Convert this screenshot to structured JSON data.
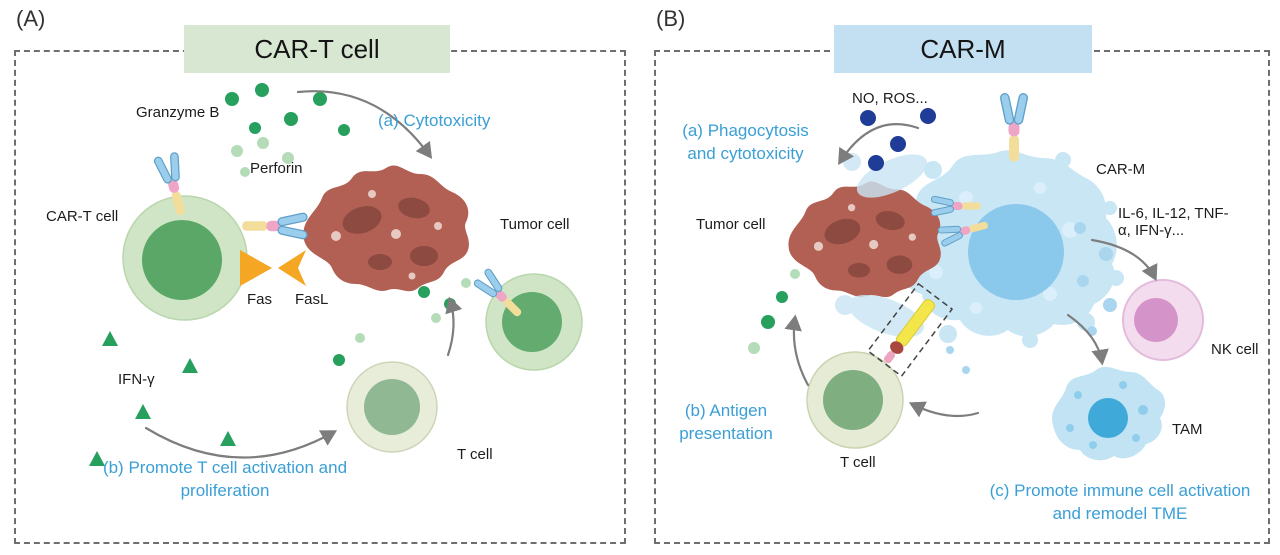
{
  "panel_a": {
    "label": "(A)",
    "title": "CAR-T cell",
    "granzyme_b": "Granzyme B",
    "perforin": "Perforin",
    "cytotoxicity": "(a) Cytotoxicity",
    "car_t_cell": "CAR-T cell",
    "tumor_cell": "Tumor cell",
    "fas": "Fas",
    "fasl": "FasL",
    "ifn_gamma": "IFN-γ",
    "t_cell": "T cell",
    "promote": "(b) Promote T cell activation and proliferation"
  },
  "panel_b": {
    "label": "(B)",
    "title": "CAR-M",
    "no_ros": "NO, ROS...",
    "phagocytosis": "(a) Phagocytosis and cytotoxicity",
    "car_m": "CAR-M",
    "tumor_cell": "Tumor cell",
    "cytokines": "IL-6, IL-12, TNF-α, IFN-γ...",
    "nk_cell": "NK cell",
    "tam": "TAM",
    "antigen_presentation": "(b) Antigen presentation",
    "t_cell": "T cell",
    "promote": "(c) Promote immune cell activation and remodel TME"
  },
  "colors": {
    "annotation_blue": "#3a9fd6",
    "title_green_bg": "#d8e7d2",
    "title_blue_bg": "#c3dff2",
    "granzyme_green": "#27a05e",
    "perforin_green": "#b5dcb8",
    "no_ros_blue": "#1f3d96",
    "cytokine_blue": "#a9d6ee",
    "tumor_red": "#b26054",
    "fas_orange": "#f5a623"
  }
}
